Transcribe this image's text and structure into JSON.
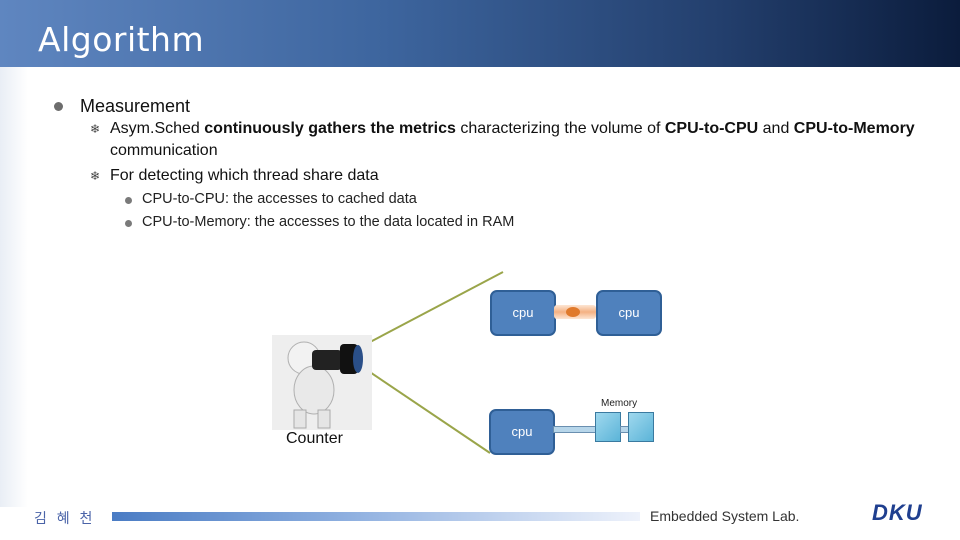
{
  "slide": {
    "title": "Algorithm",
    "bullet_main": "Measurement",
    "sub_bullets": [
      {
        "parts": [
          {
            "text": "Asym.Sched ",
            "bold": false
          },
          {
            "text": "continuously gathers the metrics",
            "bold": true
          },
          {
            "text": " characterizing the volume of ",
            "bold": false
          },
          {
            "text": "CPU-to-CPU",
            "bold": true
          },
          {
            "text": " and ",
            "bold": false
          },
          {
            "text": "CPU-to-Memory",
            "bold": true
          },
          {
            "text": " communication",
            "bold": false
          }
        ]
      },
      {
        "parts": [
          {
            "text": "For detecting which thread share data",
            "bold": false
          }
        ]
      }
    ],
    "sub_sub_bullets": [
      "CPU-to-CPU: the accesses to cached data",
      "CPU-to-Memory: the accesses to the data located in RAM"
    ]
  },
  "diagram": {
    "cpu_label": "cpu",
    "memory_label": "Memory",
    "counter_label": "Counter"
  },
  "footer": {
    "author": "김 혜 천",
    "lab": "Embedded System Lab.",
    "logo_text": "DKU"
  }
}
